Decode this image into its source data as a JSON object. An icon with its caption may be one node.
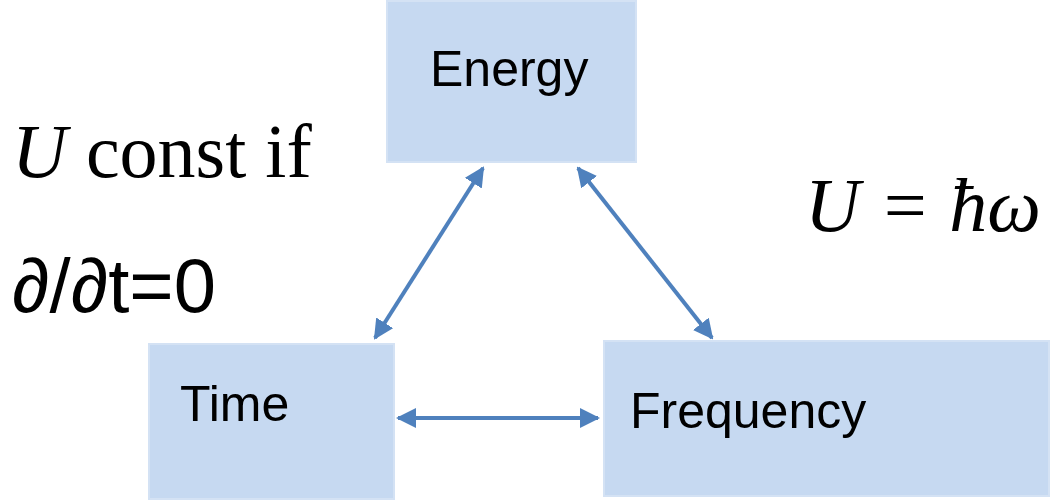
{
  "diagram": {
    "nodes": [
      {
        "text": [
          "Energy"
        ]
      },
      {
        "text": [
          "Time"
        ]
      },
      {
        "text": [
          "Frequency"
        ]
      }
    ],
    "edges": [
      {
        "from": 0,
        "to": 1,
        "arrow": "both"
      },
      {
        "from": 0,
        "to": 2,
        "arrow": "both"
      },
      {
        "from": 1,
        "to": 2,
        "arrow": "both"
      }
    ],
    "labels": [
      "*U* const if",
      "∂/∂t=0",
      "*U* = *ħω*"
    ]
  }
}
